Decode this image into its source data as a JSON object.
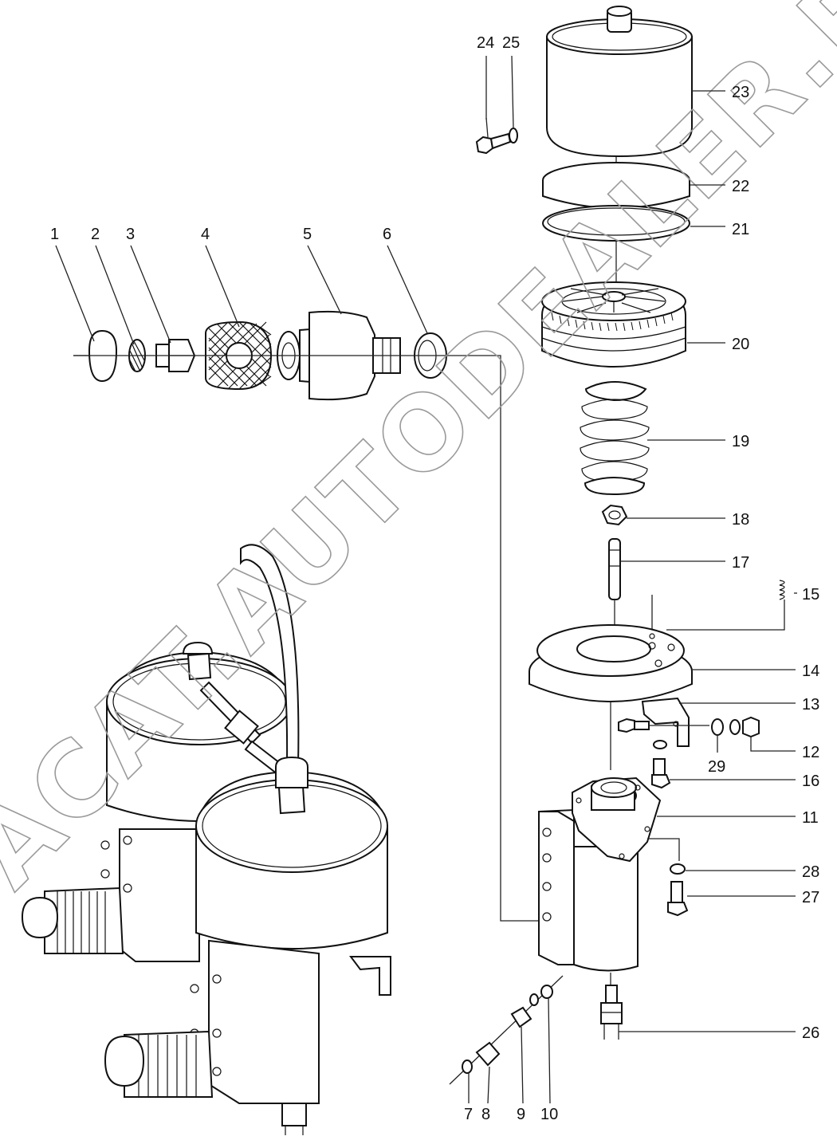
{
  "labels": {
    "l1": "1",
    "l2": "2",
    "l3": "3",
    "l4": "4",
    "l5": "5",
    "l6": "6",
    "l7": "7",
    "l8": "8",
    "l9": "9",
    "l10": "10",
    "l11": "11",
    "l12": "12",
    "l13": "13",
    "l14": "14",
    "l15": "15",
    "l16": "16",
    "l17": "17",
    "l18": "18",
    "l19": "19",
    "l20": "20",
    "l21": "21",
    "l22": "22",
    "l23": "23",
    "l24": "24",
    "l25": "25",
    "l26": "26",
    "l27": "27",
    "l28": "28",
    "l29": "29"
  },
  "watermark": "ACAT.AUTODEALER.RU"
}
